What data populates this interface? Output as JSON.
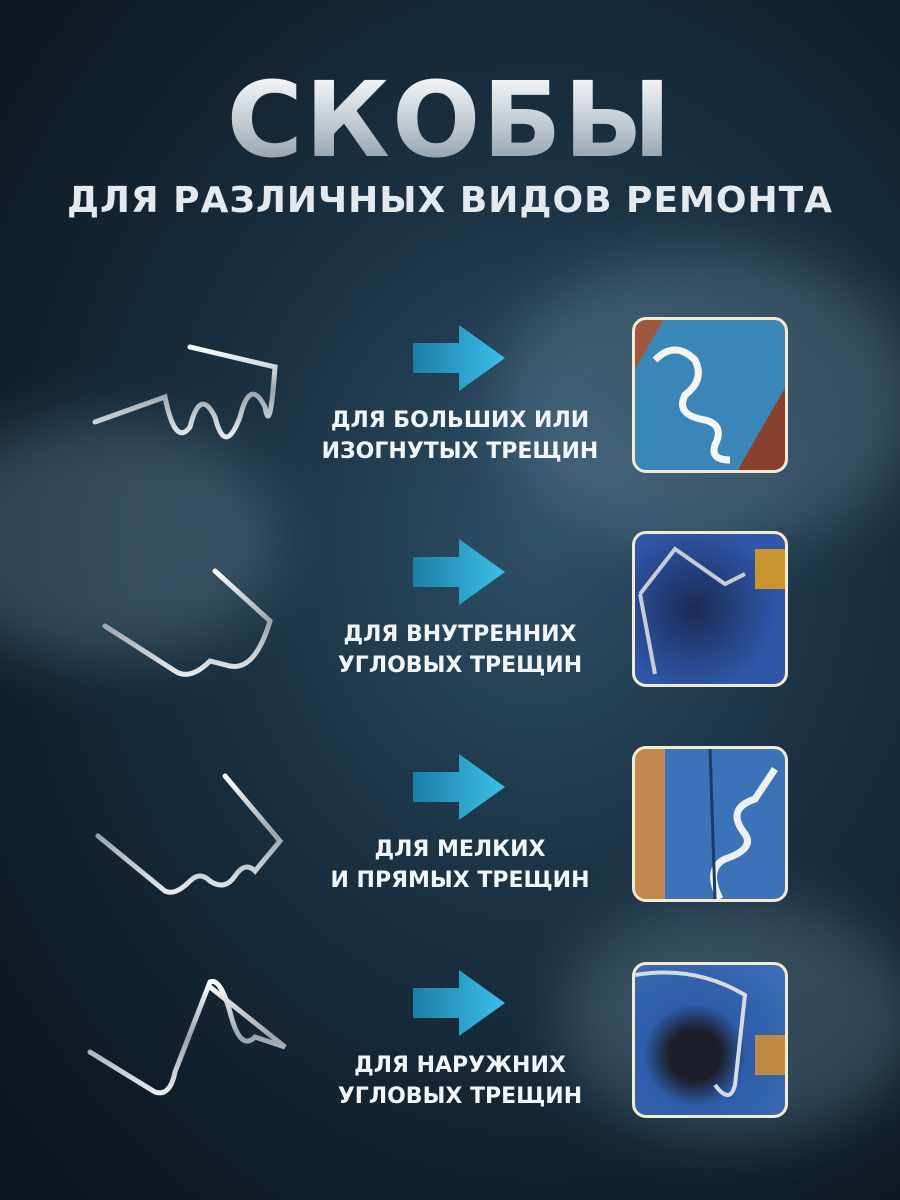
{
  "title": "СКОБЫ",
  "subtitle": "ДЛЯ РАЗЛИЧНЫХ ВИДОВ РЕМОНТА",
  "items": [
    {
      "line1": "ДЛЯ БОЛЬШИХ ИЛИ",
      "line2": "ИЗОГНУТЫХ ТРЕЩИН",
      "staple": "wave-staple-icon"
    },
    {
      "line1": "ДЛЯ ВНУТРЕННИХ",
      "line2": "УГЛОВЫХ ТРЕЩИН",
      "staple": "v-staple-icon"
    },
    {
      "line1": "ДЛЯ МЕЛКИХ",
      "line2": "И ПРЯМЫХ ТРЕЩИН",
      "staple": "flat-wave-staple-icon"
    },
    {
      "line1": "ДЛЯ НАРУЖНИХ",
      "line2": "УГЛОВЫХ ТРЕЩИН",
      "staple": "w-staple-icon"
    }
  ],
  "colors": {
    "arrow": "#2aa9d6",
    "frame": "#f3ead0",
    "background": "#1c3446"
  }
}
